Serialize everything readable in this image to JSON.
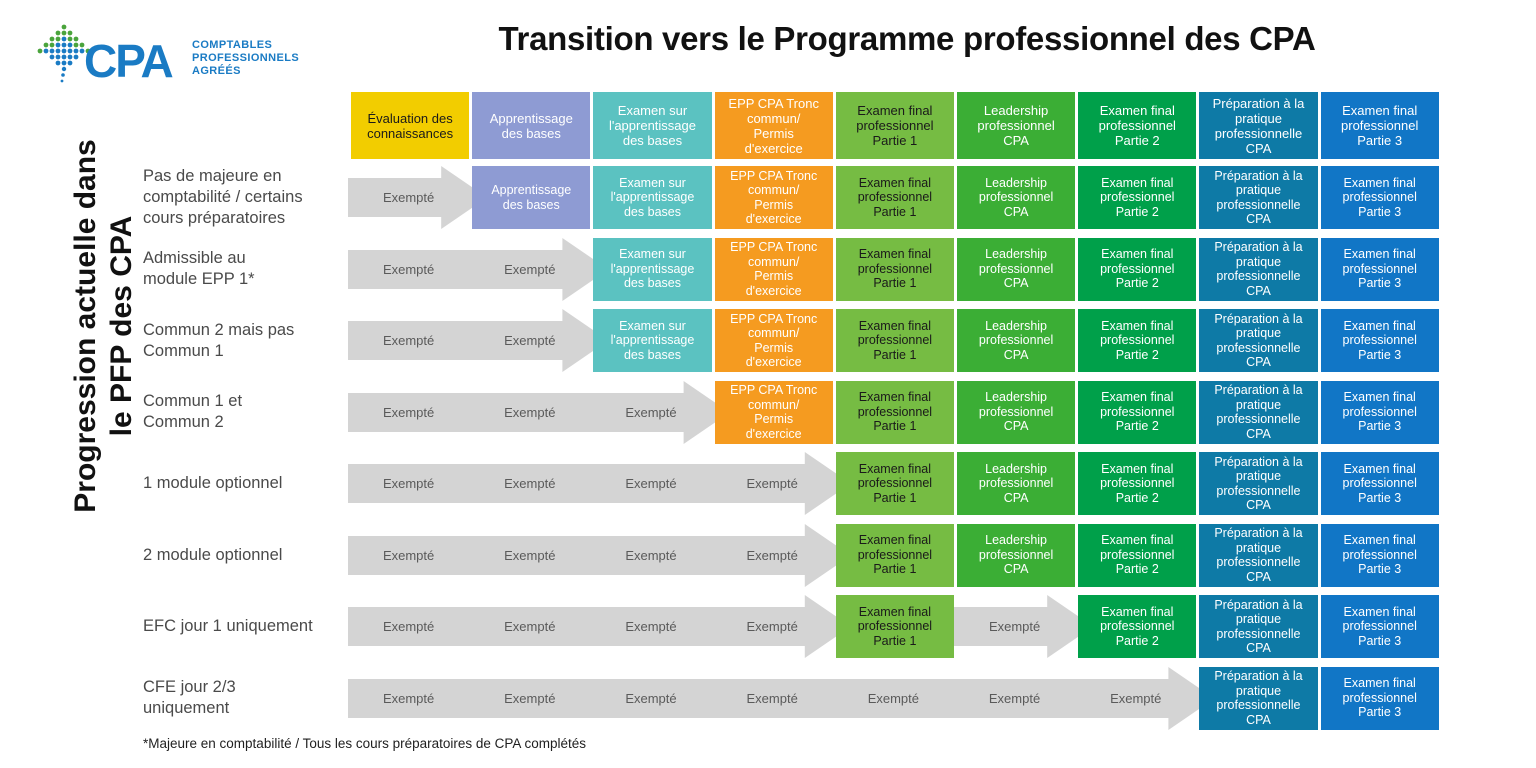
{
  "logo": {
    "mark": "cpa-maple-leaf-dots",
    "acronym": "CPA",
    "line1": "COMPTABLES",
    "line2": "PROFESSIONNELS",
    "line3": "AGRÉÉS",
    "brand_color": "#1a7bc4",
    "leaf_green": "#4aa43c"
  },
  "title": "Transition vers le Programme professionnel des CPA",
  "axis_label": "Progression actuelle dans\nle PFP des CPA",
  "footnote": "*Majeure en comptabilité / Tous les cours préparatoires de CPA complétés",
  "exempt_label": "Exempté",
  "colors": {
    "yellow": "#F2CD00",
    "purple": "#8E9BD3",
    "teal": "#5BC2C1",
    "orange": "#F59B20",
    "light_green": "#76BC43",
    "mid_green": "#3BAE35",
    "dark_green": "#00A04A",
    "dark_blue": "#0E7AA6",
    "blue": "#1176C6",
    "arrow_gray": "#D4D4D4",
    "arrow_text": "#5a5a5a"
  },
  "columns": [
    {
      "id": "col-1",
      "label": "Évaluation des\nconnaissances",
      "color_key": "yellow"
    },
    {
      "id": "col-2",
      "label": "Apprentissage\ndes bases",
      "color_key": "purple"
    },
    {
      "id": "col-3",
      "label": "Examen sur\nl'apprentissage\ndes bases",
      "color_key": "teal"
    },
    {
      "id": "col-4",
      "label": "EPP CPA Tronc\ncommun/\nPermis\nd'exercice",
      "color_key": "orange"
    },
    {
      "id": "col-5",
      "label": "Examen final\nprofessionnel\nPartie 1",
      "color_key": "light_green"
    },
    {
      "id": "col-6",
      "label": "Leadership\nprofessionnel\nCPA",
      "color_key": "mid_green"
    },
    {
      "id": "col-7",
      "label": "Examen final\nprofessionnel\nPartie 2",
      "color_key": "dark_green"
    },
    {
      "id": "col-8",
      "label": "Préparation à la\npratique\nprofessionnelle\nCPA",
      "color_key": "dark_blue"
    },
    {
      "id": "col-9",
      "label": "Examen final\nprofessionnel\nPartie 3",
      "color_key": "blue"
    }
  ],
  "rows": [
    {
      "id": "row-1",
      "label": "Pas de majeure en\ncomptabilité / certains\ncours préparatoires",
      "segments": [
        {
          "type": "arrow",
          "start": 0,
          "span": 1,
          "labels": [
            "Exempté"
          ]
        },
        {
          "type": "cell",
          "col": 1
        },
        {
          "type": "cell",
          "col": 2
        },
        {
          "type": "cell",
          "col": 3
        },
        {
          "type": "cell",
          "col": 4
        },
        {
          "type": "cell",
          "col": 5
        },
        {
          "type": "cell",
          "col": 6
        },
        {
          "type": "cell",
          "col": 7
        },
        {
          "type": "cell",
          "col": 8
        }
      ]
    },
    {
      "id": "row-2",
      "label": "Admissible au\nmodule EPP 1*",
      "segments": [
        {
          "type": "arrow",
          "start": 0,
          "span": 2,
          "labels": [
            "Exempté",
            "Exempté"
          ]
        },
        {
          "type": "cell",
          "col": 2
        },
        {
          "type": "cell",
          "col": 3
        },
        {
          "type": "cell",
          "col": 4
        },
        {
          "type": "cell",
          "col": 5
        },
        {
          "type": "cell",
          "col": 6
        },
        {
          "type": "cell",
          "col": 7
        },
        {
          "type": "cell",
          "col": 8
        }
      ]
    },
    {
      "id": "row-3",
      "label": "Commun 2 mais pas\nCommun 1",
      "segments": [
        {
          "type": "arrow",
          "start": 0,
          "span": 2,
          "labels": [
            "Exempté",
            "Exempté"
          ]
        },
        {
          "type": "cell",
          "col": 2
        },
        {
          "type": "cell",
          "col": 3
        },
        {
          "type": "cell",
          "col": 4
        },
        {
          "type": "cell",
          "col": 5
        },
        {
          "type": "cell",
          "col": 6
        },
        {
          "type": "cell",
          "col": 7
        },
        {
          "type": "cell",
          "col": 8
        }
      ]
    },
    {
      "id": "row-4",
      "label": "Commun 1 et\nCommun 2",
      "segments": [
        {
          "type": "arrow",
          "start": 0,
          "span": 3,
          "labels": [
            "Exempté",
            "Exempté",
            "Exempté"
          ]
        },
        {
          "type": "cell",
          "col": 3
        },
        {
          "type": "cell",
          "col": 4
        },
        {
          "type": "cell",
          "col": 5
        },
        {
          "type": "cell",
          "col": 6
        },
        {
          "type": "cell",
          "col": 7
        },
        {
          "type": "cell",
          "col": 8
        }
      ]
    },
    {
      "id": "row-5",
      "label": "1 module optionnel",
      "segments": [
        {
          "type": "arrow",
          "start": 0,
          "span": 4,
          "labels": [
            "Exempté",
            "Exempté",
            "Exempté",
            "Exempté"
          ]
        },
        {
          "type": "cell",
          "col": 4
        },
        {
          "type": "cell",
          "col": 5
        },
        {
          "type": "cell",
          "col": 6
        },
        {
          "type": "cell",
          "col": 7
        },
        {
          "type": "cell",
          "col": 8
        }
      ]
    },
    {
      "id": "row-6",
      "label": "2 module optionnel",
      "segments": [
        {
          "type": "arrow",
          "start": 0,
          "span": 4,
          "labels": [
            "Exempté",
            "Exempté",
            "Exempté",
            "Exempté"
          ]
        },
        {
          "type": "cell",
          "col": 4
        },
        {
          "type": "cell",
          "col": 5
        },
        {
          "type": "cell",
          "col": 6
        },
        {
          "type": "cell",
          "col": 7
        },
        {
          "type": "cell",
          "col": 8
        }
      ]
    },
    {
      "id": "row-7",
      "label": "EFC jour 1 uniquement",
      "segments": [
        {
          "type": "arrow",
          "start": 0,
          "span": 4,
          "labels": [
            "Exempté",
            "Exempté",
            "Exempté",
            "Exempté"
          ]
        },
        {
          "type": "cell",
          "col": 4
        },
        {
          "type": "arrow",
          "start": 5,
          "span": 1,
          "labels": [
            "Exempté"
          ]
        },
        {
          "type": "cell",
          "col": 6
        },
        {
          "type": "cell",
          "col": 7
        },
        {
          "type": "cell",
          "col": 8
        }
      ]
    },
    {
      "id": "row-8",
      "label": "CFE jour 2/3\nuniquement",
      "segments": [
        {
          "type": "arrow",
          "start": 0,
          "span": 7,
          "labels": [
            "Exempté",
            "Exempté",
            "Exempté",
            "Exempté",
            "Exempté",
            "Exempté",
            "Exempté"
          ]
        },
        {
          "type": "cell",
          "col": 7
        },
        {
          "type": "cell",
          "col": 8
        }
      ]
    }
  ]
}
